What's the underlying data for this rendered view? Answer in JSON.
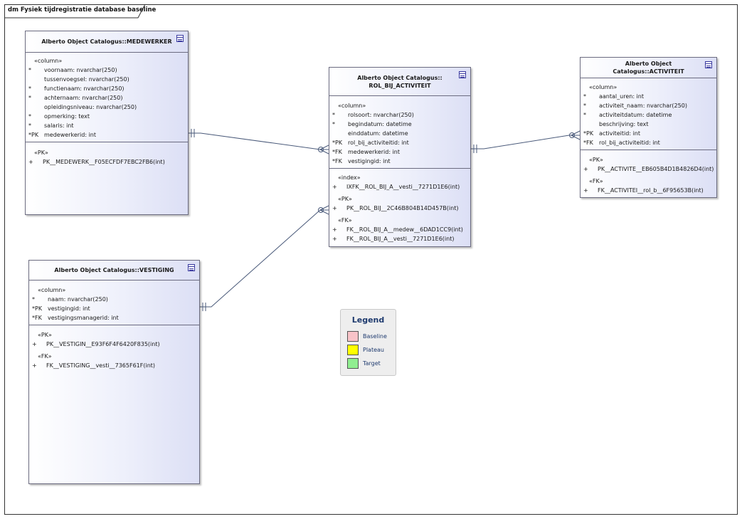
{
  "diagram_title": "dm Fysiek tijdregistratie database baseline",
  "tables": {
    "medewerker": {
      "title": "Alberto Object Catalogus::MEDEWERKER",
      "column_stereo": "«column»",
      "columns": [
        {
          "marker": "*",
          "text": "voornaam: nvarchar(250)"
        },
        {
          "marker": "",
          "text": "tussenvoegsel: nvarchar(250)"
        },
        {
          "marker": "*",
          "text": "functienaam: nvarchar(250)"
        },
        {
          "marker": "*",
          "text": "achternaam: nvarchar(250)"
        },
        {
          "marker": "",
          "text": "opleidingsniveau: nvarchar(250)"
        },
        {
          "marker": "*",
          "text": "opmerking: text"
        },
        {
          "marker": "*",
          "text": "salaris: int"
        },
        {
          "marker": "*PK",
          "text": "medewerkerid: int"
        }
      ],
      "pk_stereo": "«PK»",
      "pk_ops": [
        {
          "marker": "+",
          "text": "PK__MEDEWERK__F05ECFDF7EBC2FB6(int)"
        }
      ]
    },
    "rol": {
      "title_line1": "Alberto Object Catalogus::",
      "title_line2": "ROL_BIJ_ACTIVITEIT",
      "column_stereo": "«column»",
      "columns": [
        {
          "marker": "*",
          "text": "rolsoort: nvarchar(250)"
        },
        {
          "marker": "*",
          "text": "begindatum: datetime"
        },
        {
          "marker": "",
          "text": "einddatum: datetime"
        },
        {
          "marker": "*PK",
          "text": "rol_bij_activiteitid: int"
        },
        {
          "marker": "*FK",
          "text": "medewerkerid: int"
        },
        {
          "marker": "*FK",
          "text": "vestigingid: int"
        }
      ],
      "index_stereo": "«index»",
      "index_ops": [
        {
          "marker": "+",
          "text": "IXFK__ROL_BIJ_A__vesti__7271D1E6(int)"
        }
      ],
      "pk_stereo": "«PK»",
      "pk_ops": [
        {
          "marker": "+",
          "text": "PK__ROL_BIJ__2C46B804B14D457B(int)"
        }
      ],
      "fk_stereo": "«FK»",
      "fk_ops": [
        {
          "marker": "+",
          "text": "FK__ROL_BIJ_A__medew__6DAD1CC9(int)"
        },
        {
          "marker": "+",
          "text": "FK__ROL_BIJ_A__vesti__7271D1E6(int)"
        }
      ]
    },
    "activiteit": {
      "title": "Alberto Object Catalogus::ACTIVITEIT",
      "column_stereo": "«column»",
      "columns": [
        {
          "marker": "*",
          "text": "aantal_uren: int"
        },
        {
          "marker": "*",
          "text": "activiteit_naam: nvarchar(250)"
        },
        {
          "marker": "*",
          "text": "activiteitdatum: datetime"
        },
        {
          "marker": "",
          "text": "beschrijving: text"
        },
        {
          "marker": "*PK",
          "text": "activiteitid: int"
        },
        {
          "marker": "*FK",
          "text": "rol_bij_activiteitid: int"
        }
      ],
      "pk_stereo": "«PK»",
      "pk_ops": [
        {
          "marker": "+",
          "text": "PK__ACTIVITE__EB605B4D1B4826D4(int)"
        }
      ],
      "fk_stereo": "«FK»",
      "fk_ops": [
        {
          "marker": "+",
          "text": "FK__ACTIVITEI__rol_b__6F95653B(int)"
        }
      ]
    },
    "vestiging": {
      "title": "Alberto Object Catalogus::VESTIGING",
      "column_stereo": "«column»",
      "columns": [
        {
          "marker": "*",
          "text": "naam: nvarchar(250)"
        },
        {
          "marker": "*PK",
          "text": "vestigingid: int"
        },
        {
          "marker": "*FK",
          "text": "vestigingsmanagerid: int"
        }
      ],
      "pk_stereo": "«PK»",
      "pk_ops": [
        {
          "marker": "+",
          "text": "PK__VESTIGIN__E93F6F4F6420F835(int)"
        }
      ],
      "fk_stereo": "«FK»",
      "fk_ops": [
        {
          "marker": "+",
          "text": "FK__VESTIGING__vesti__7365F61F(int)"
        }
      ]
    }
  },
  "legend": {
    "title": "Legend",
    "items": [
      {
        "label": "Baseline",
        "color": "#f8c3c8"
      },
      {
        "label": "Plateau",
        "color": "#ffff00"
      },
      {
        "label": "Target",
        "color": "#90ee90"
      }
    ]
  },
  "colors": {
    "link": "#4a5a7a",
    "table_border": "#6b6b80"
  }
}
